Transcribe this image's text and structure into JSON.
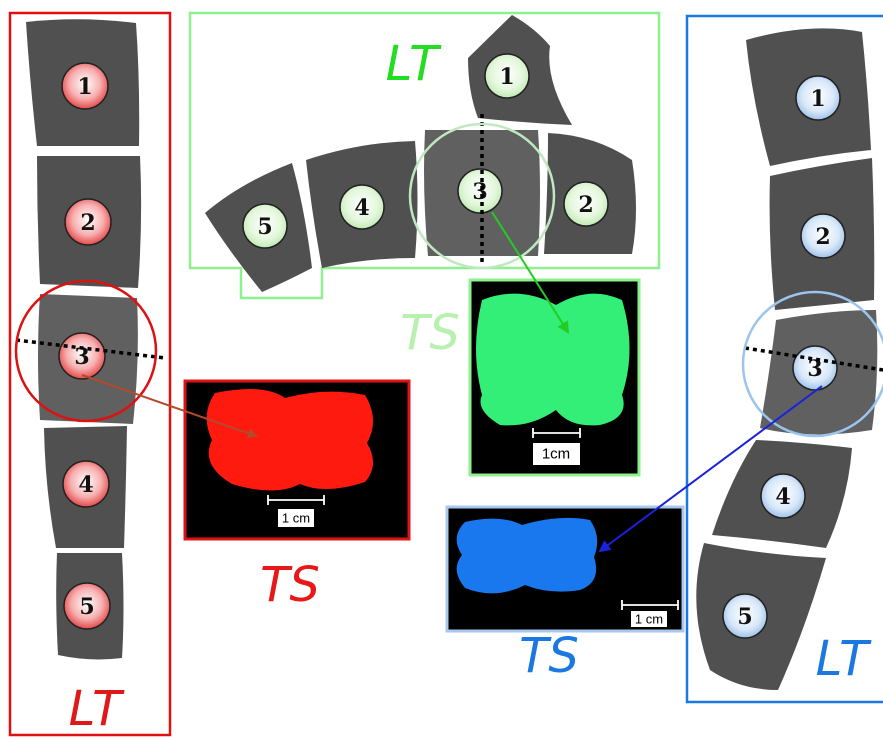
{
  "panels": {
    "left": {
      "lt_label": "LT",
      "ts_label": "TS",
      "scale_label": "1 cm",
      "vertebrae": [
        "1",
        "2",
        "3",
        "4",
        "5"
      ],
      "frame_color": "#e01010",
      "fill_color": "#ff1a10",
      "circle_color": "#f07070"
    },
    "top": {
      "lt_label": "LT",
      "ts_label": "TS",
      "scale_label": "1cm",
      "vertebrae": [
        "1",
        "2",
        "3",
        "4",
        "5"
      ],
      "frame_color": "#8ef08e",
      "fill_color": "#33ee77",
      "circle_color": "#c8f0c8"
    },
    "right": {
      "lt_label": "LT",
      "ts_label": "TS",
      "scale_label": "1 cm",
      "vertebrae": [
        "1",
        "2",
        "3",
        "4",
        "5"
      ],
      "frame_color": "#1a78e0",
      "fill_color": "#1a78ee",
      "circle_color": "#a8c8f0"
    }
  }
}
